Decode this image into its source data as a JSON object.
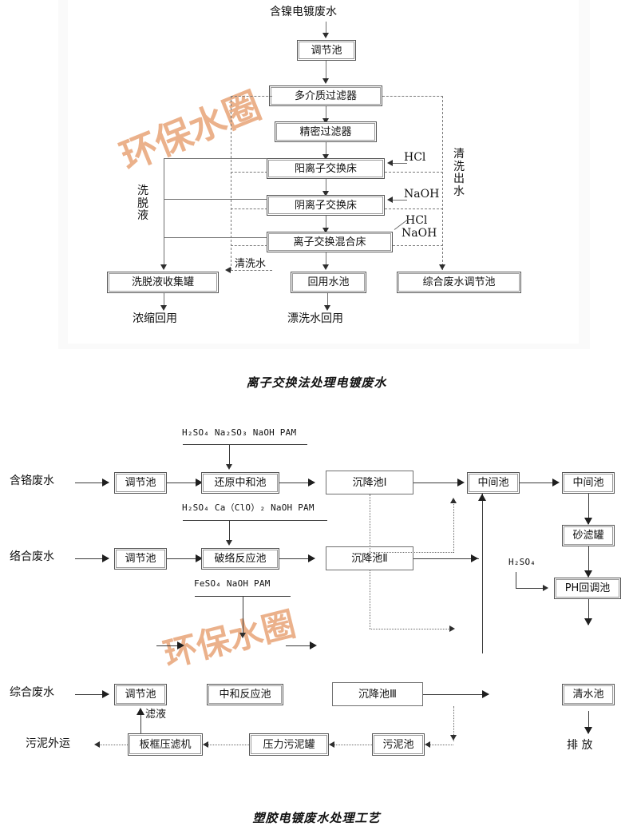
{
  "figures": [
    {
      "id": "ion-exchange",
      "caption": "离子交换法处理电镀废水",
      "watermark": "环保水圈",
      "inlet_label": "含镍电镀废水",
      "nodes": {
        "tiaojie": "调节池",
        "duojiezhi": "多介质过滤器",
        "jingmi": "精密过滤器",
        "yang": "阳离子交换床",
        "yin": "阴离子交换床",
        "hunhe": "离子交换混合床",
        "xituo_tank": "洗脱液收集罐",
        "huiyong": "回用水池",
        "zonghe": "综合废水调节池"
      },
      "reagents": {
        "hcl": "HCl",
        "naoh": "NaOH",
        "hcl2": "HCl",
        "naoh2": "NaOH"
      },
      "side_labels": {
        "xituoye": "洗脱液",
        "qingxi_chushui": "清洗出水",
        "qingxi_shui": "清洗水"
      },
      "outputs": {
        "nongsuo": "浓缩回用",
        "piaoxi": "漂洗水回用"
      }
    },
    {
      "id": "plastic-plating",
      "caption": "塑胶电镀废水处理工艺",
      "watermark": "环保水圈",
      "inlets": {
        "ge": "含铬废水",
        "luohe": "络合废水",
        "zonghe": "综合废水"
      },
      "dosing": [
        {
          "id": "dose-1",
          "formula": "H₂SO₄ Na₂SO₃ NaOH PAM"
        },
        {
          "id": "dose-2",
          "formula": "H₂SO₄ Ca（ClO）₂ NaOH PAM"
        },
        {
          "id": "dose-3",
          "formula": "FeSO₄ NaOH PAM"
        },
        {
          "id": "dose-4",
          "formula": "H₂SO₄"
        }
      ],
      "nodes": {
        "tiaojie1": "调节池",
        "huanyuan": "还原中和池",
        "chenjiang1": "沉降池Ⅰ",
        "zhongjian1": "中间池",
        "zhongjian2": "中间池",
        "tiaojie2": "调节池",
        "poluo": "破络反应池",
        "chenjiang2": "沉降池Ⅱ",
        "shalv": "砂滤罐",
        "phhuitiao": "PH回调池",
        "tiaojie3": "调节池",
        "zhonghe": "中和反应池",
        "chenjiang3": "沉降池Ⅲ",
        "qingshui": "清水池",
        "banguang": "板框压滤机",
        "yali": "压力污泥罐",
        "wuni": "污泥池"
      },
      "flow_labels": {
        "lvye": "滤液",
        "wuni_waiyun": "污泥外运",
        "paifang": "排 放"
      }
    }
  ]
}
